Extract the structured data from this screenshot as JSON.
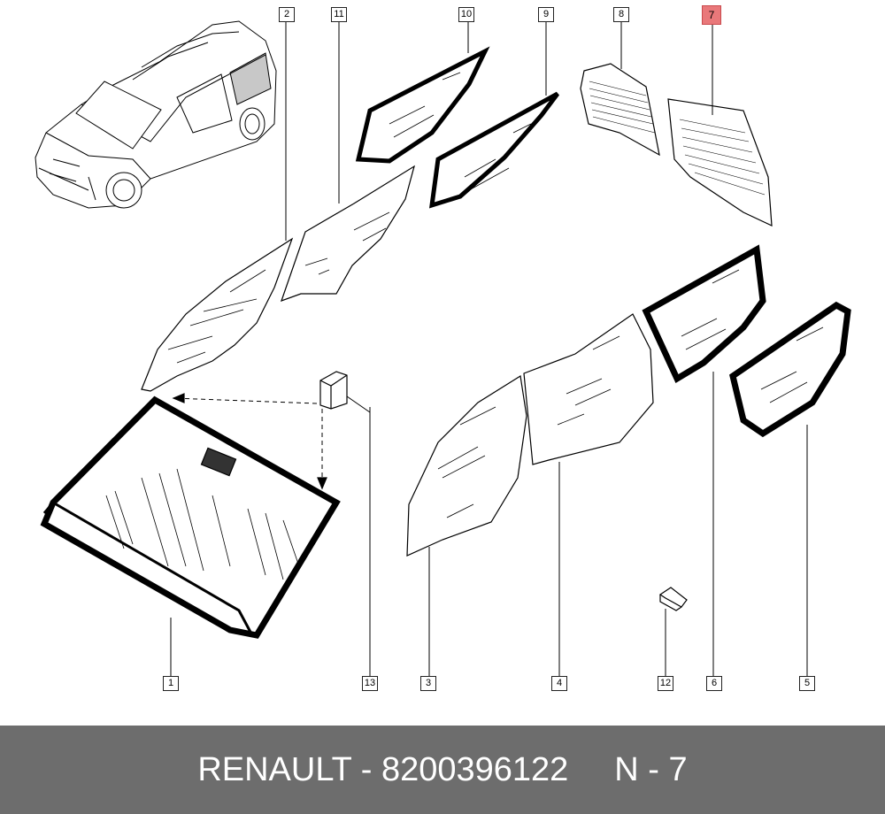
{
  "callouts": [
    {
      "id": "c1",
      "label": "1"
    },
    {
      "id": "c2",
      "label": "2"
    },
    {
      "id": "c3",
      "label": "3"
    },
    {
      "id": "c4",
      "label": "4"
    },
    {
      "id": "c5",
      "label": "5"
    },
    {
      "id": "c6",
      "label": "6"
    },
    {
      "id": "c7",
      "label": "7",
      "highlighted": true
    },
    {
      "id": "c8",
      "label": "8"
    },
    {
      "id": "c9",
      "label": "9"
    },
    {
      "id": "c10",
      "label": "10"
    },
    {
      "id": "c11",
      "label": "11"
    },
    {
      "id": "c12",
      "label": "12"
    },
    {
      "id": "c13",
      "label": "13"
    }
  ],
  "footer": {
    "brand_part": "RENAULT - 8200396122",
    "ref": "N - 7",
    "color": "#6d6d6d"
  },
  "highlight_color": "#e9787a"
}
